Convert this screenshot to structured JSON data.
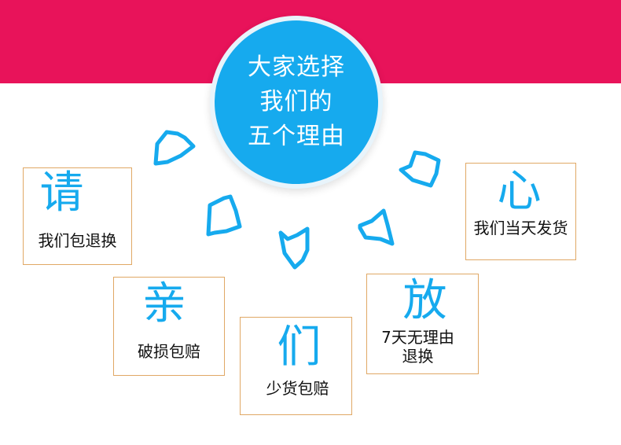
{
  "center": {
    "lines": [
      "大家选择",
      "我们的",
      "五个理由"
    ]
  },
  "cards": [
    {
      "char": "请",
      "desc_lines": [
        "我们包退换"
      ]
    },
    {
      "char": "亲",
      "desc_lines": [
        "破损包赔"
      ]
    },
    {
      "char": "们",
      "desc_lines": [
        "少货包赔"
      ]
    },
    {
      "char": "放",
      "desc_lines": [
        "7天无理由",
        "退换"
      ]
    },
    {
      "char": "心",
      "desc_lines": [
        "我们当天发货"
      ]
    }
  ],
  "colors": {
    "banner": "#e8135a",
    "accent_blue": "#16aaee",
    "card_border": "#e0a865"
  },
  "decor": {
    "arrow_icon": "chevron-arrow-icon"
  }
}
